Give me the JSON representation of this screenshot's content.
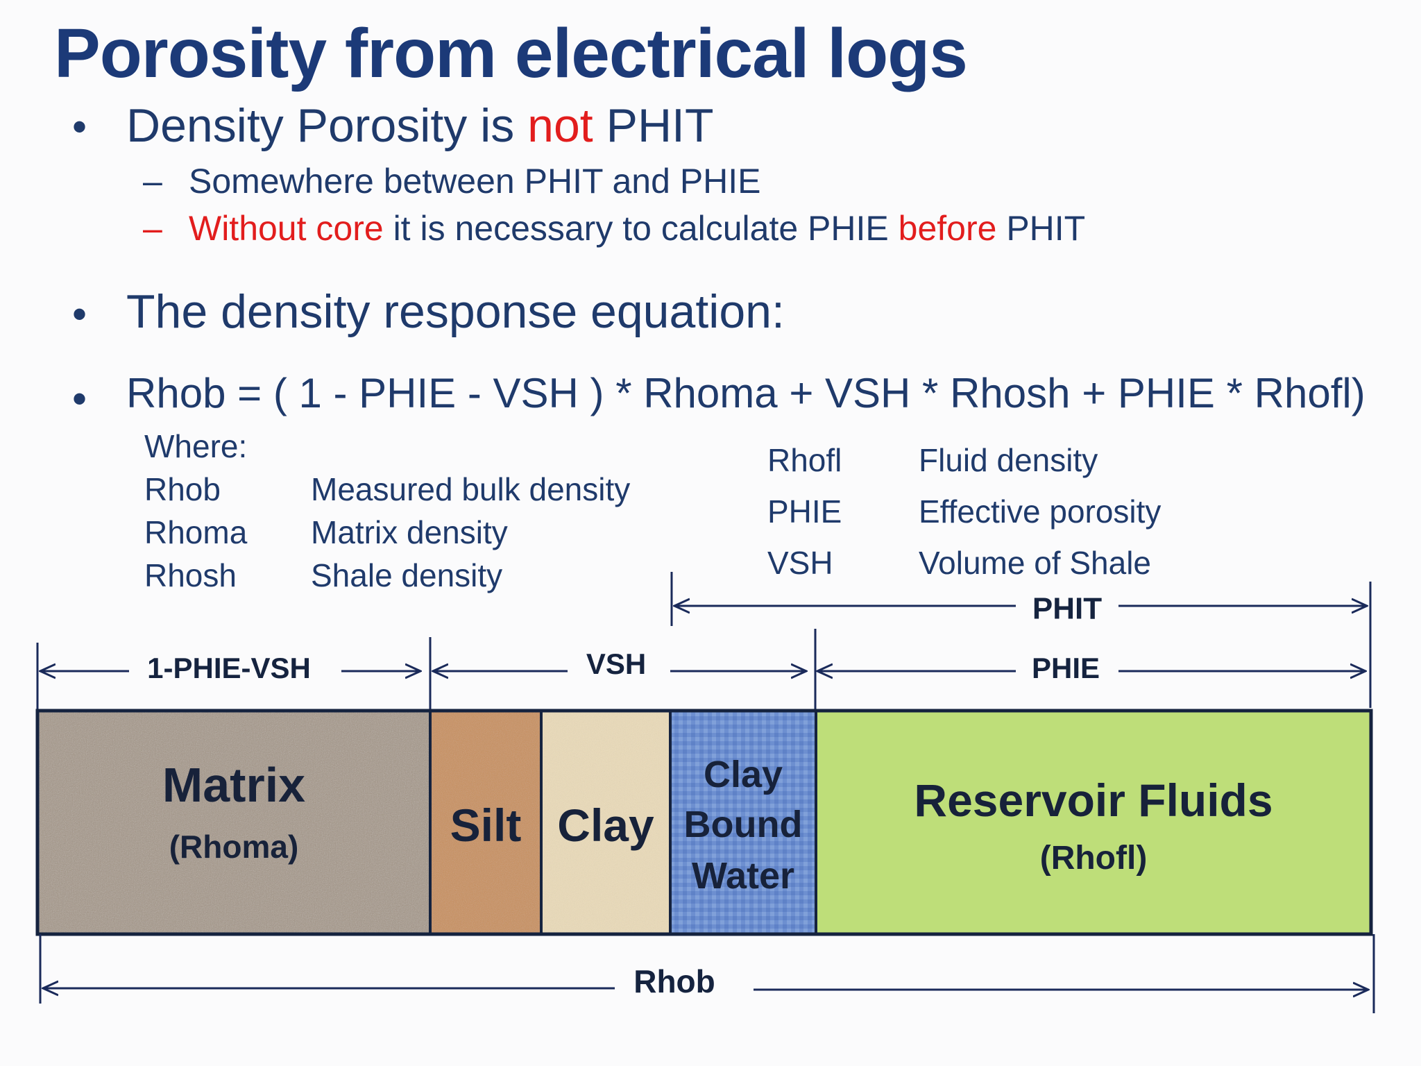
{
  "title": "Porosity from electrical logs",
  "bullets": {
    "b1": {
      "pre": "Density Porosity is ",
      "red": "not",
      "post": " PHIT"
    },
    "b1_sub1": "Somewhere between PHIT and PHIE",
    "b1_sub2": {
      "red1": "Without core",
      "mid": " it is necessary to calculate PHIE ",
      "red2": "before",
      "post": " PHIT"
    },
    "b2": "The density response equation:",
    "b3": "Rhob = ( 1 - PHIE - VSH ) * Rhoma + VSH * Rhosh + PHIE * Rhofl)"
  },
  "where_label": "Where:",
  "definitions_left": [
    {
      "term": "Rhob",
      "desc": "Measured bulk density"
    },
    {
      "term": "Rhoma",
      "desc": "Matrix density"
    },
    {
      "term": "Rhosh",
      "desc": "Shale density"
    }
  ],
  "definitions_right": [
    {
      "term": "Rhofl",
      "desc": "Fluid density"
    },
    {
      "term": "PHIE",
      "desc": "Effective porosity"
    },
    {
      "term": "VSH",
      "desc": "Volume of Shale"
    }
  ],
  "diagram": {
    "span_labels": {
      "phit": "PHIT",
      "one_minus": "1-PHIE-VSH",
      "vsh": "VSH",
      "phie": "PHIE",
      "rhob": "Rhob"
    },
    "boxes": {
      "matrix": {
        "title": "Matrix",
        "sub": "(Rhoma)"
      },
      "silt": {
        "title": "Silt"
      },
      "clay": {
        "title": "Clay"
      },
      "cbw": {
        "line1": "Clay",
        "line2": "Bound",
        "line3": "Water"
      },
      "fluids": {
        "title": "Reservoir Fluids",
        "sub": "(Rhofl)"
      }
    },
    "colors": {
      "matrix": "#a49585",
      "silt": "#c98e56",
      "clay": "#ecdcb8",
      "cbw": "#6b8fd0",
      "fluids": "#bede79",
      "line": "#1a2a5a",
      "text": "#1c3a78",
      "red": "#e21d1d"
    }
  }
}
